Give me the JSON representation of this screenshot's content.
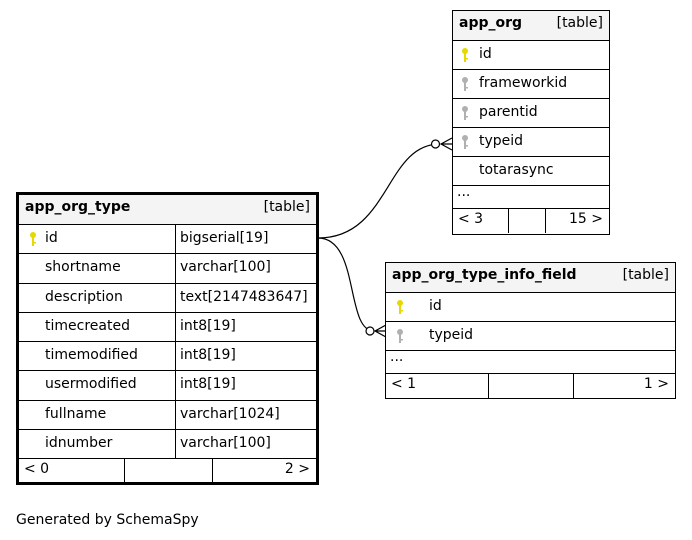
{
  "tables": {
    "app_org": {
      "name": "app_org",
      "type_label": "[table]",
      "columns": [
        {
          "name": "id",
          "key": "pk"
        },
        {
          "name": "frameworkid",
          "key": "fk"
        },
        {
          "name": "parentid",
          "key": "fk"
        },
        {
          "name": "typeid",
          "key": "fk"
        },
        {
          "name": "totarasync",
          "key": "none"
        }
      ],
      "ellipsis": "...",
      "footer": {
        "left": "< 3",
        "right": "15 >"
      }
    },
    "app_org_type": {
      "name": "app_org_type",
      "type_label": "[table]",
      "columns": [
        {
          "name": "id",
          "type": "bigserial[19]",
          "key": "pk"
        },
        {
          "name": "shortname",
          "type": "varchar[100]",
          "key": "none"
        },
        {
          "name": "description",
          "type": "text[2147483647]",
          "key": "none"
        },
        {
          "name": "timecreated",
          "type": "int8[19]",
          "key": "none"
        },
        {
          "name": "timemodified",
          "type": "int8[19]",
          "key": "none"
        },
        {
          "name": "usermodified",
          "type": "int8[19]",
          "key": "none"
        },
        {
          "name": "fullname",
          "type": "varchar[1024]",
          "key": "none"
        },
        {
          "name": "idnumber",
          "type": "varchar[100]",
          "key": "none"
        }
      ],
      "footer": {
        "left": "< 0",
        "right": "2 >"
      }
    },
    "app_org_type_info_field": {
      "name": "app_org_type_info_field",
      "type_label": "[table]",
      "columns": [
        {
          "name": "id",
          "key": "pk"
        },
        {
          "name": "typeid",
          "key": "fk"
        }
      ],
      "ellipsis": "...",
      "footer": {
        "left": "< 1",
        "right": "1 >"
      }
    }
  },
  "colors": {
    "primary_key": "#e6d800",
    "foreign_key": "#b0b0b0",
    "header_bg": "#f4f4f4"
  },
  "generated_by": "Generated by SchemaSpy"
}
